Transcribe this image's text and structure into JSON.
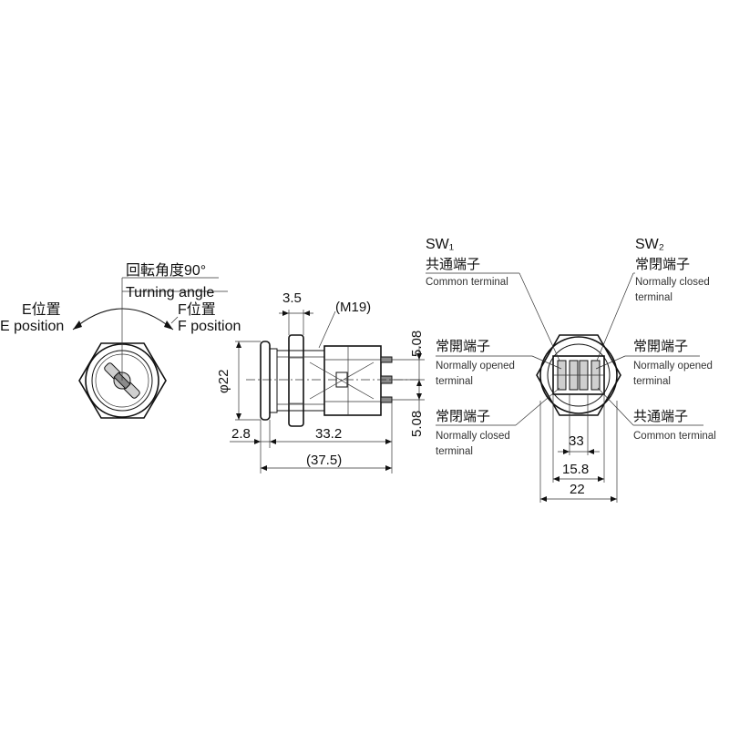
{
  "front_view": {
    "rotation_angle_jp": "回転角度90°",
    "turning_angle_en": "Turning angle",
    "e_position_jp": "E位置",
    "e_position_en": "E position",
    "f_position_jp": "F位置",
    "f_position_en": "F position"
  },
  "side_view": {
    "dim_3_5": "3.5",
    "thread": "(M19)",
    "dim_phi22": "φ22",
    "dim_5_08_top": "5.08",
    "dim_5_08_bottom": "5.08",
    "dim_2_8": "2.8",
    "dim_33_2": "33.2",
    "dim_37_5": "(37.5)"
  },
  "rear_view": {
    "sw1": "SW₁",
    "sw2": "SW₂",
    "sw1_common_jp": "共通端子",
    "sw1_common_en": "Common terminal",
    "sw2_nc_jp": "常閉端子",
    "sw2_nc_en_1": "Normally closed",
    "sw2_nc_en_2": "terminal",
    "left_no_jp": "常開端子",
    "left_no_en_1": "Normally opened",
    "left_no_en_2": "terminal",
    "right_no_jp": "常開端子",
    "right_no_en_1": "Normally opened",
    "right_no_en_2": "terminal",
    "left_nc_jp": "常閉端子",
    "left_nc_en_1": "Normally closed",
    "left_nc_en_2": "terminal",
    "right_common_jp": "共通端子",
    "right_common_en": "Common terminal",
    "dim_33": "33",
    "dim_15_8": "15.8",
    "dim_22": "22"
  }
}
